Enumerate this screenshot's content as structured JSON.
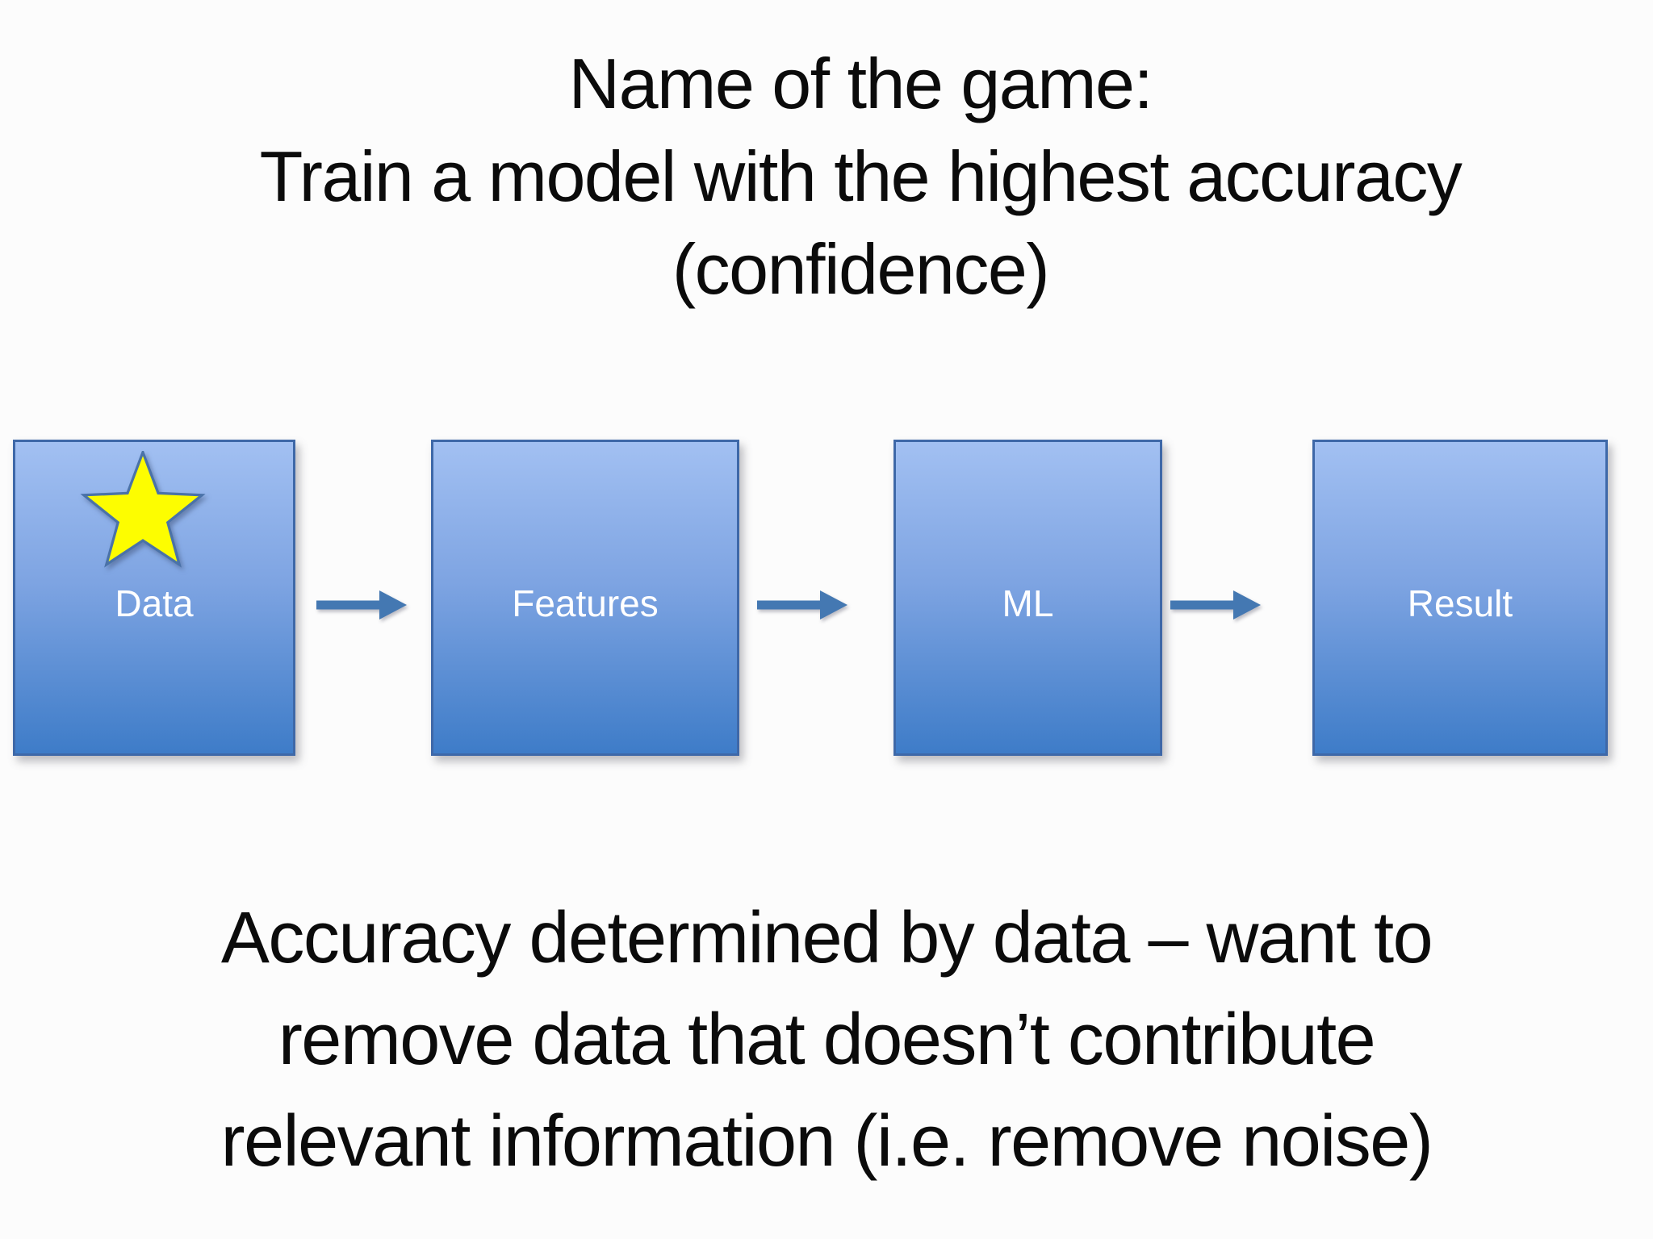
{
  "slide": {
    "title_lines": [
      "Name of the game:",
      "Train a model with the highest accuracy",
      "(confidence)"
    ],
    "caption_lines": [
      "Accuracy determined by data – want to",
      "remove data that doesn’t contribute",
      "relevant information (i.e. remove noise)"
    ]
  },
  "diagram": {
    "nodes": [
      {
        "label": "Data",
        "has_star": true
      },
      {
        "label": "Features",
        "has_star": false
      },
      {
        "label": "ML",
        "has_star": false
      },
      {
        "label": "Result",
        "has_star": false
      }
    ],
    "icons": {
      "star": "star-icon",
      "arrow": "right-arrow-icon"
    },
    "colors": {
      "box_gradient_top": "#a2c0f2",
      "box_gradient_bottom": "#3e7cc8",
      "box_border": "#3e68a8",
      "box_label_text": "#ffffff",
      "arrow": "#4478b2",
      "star_fill": "#fdfd00",
      "star_outline": "#4a72a8",
      "slide_text": "#0b0b0b",
      "background": "#fcfcfc"
    }
  }
}
